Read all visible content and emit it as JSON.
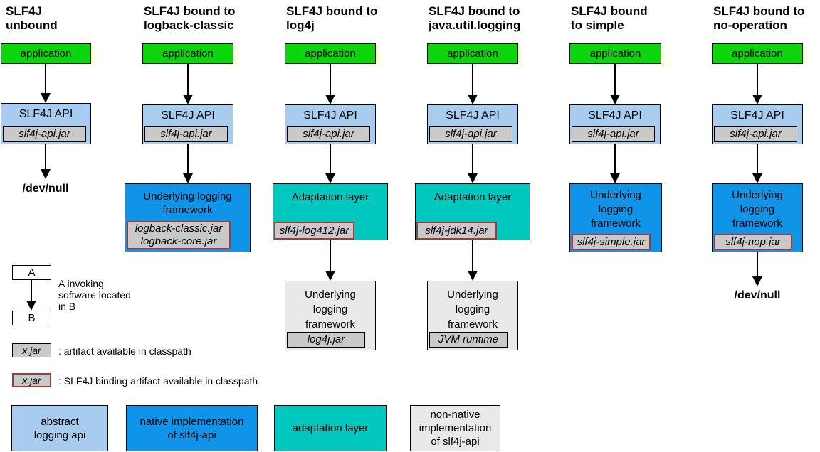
{
  "palette": {
    "application_green": "#0cd50c",
    "abstract_api_light_blue": "#a8ccf0",
    "native_impl_blue": "#0f94e8",
    "adaptation_teal": "#00c8bf",
    "jar_silver": "#c9c9c9",
    "non_native_gray": "#e9e9e9",
    "binding_border_maroon": "#9e3b39",
    "app_glow_yellow": "#ffffd6"
  },
  "columns": [
    {
      "title": [
        "SLF4J",
        "unbound"
      ],
      "app": "application",
      "api": "SLF4J API",
      "api_jar": "slf4j-api.jar",
      "sink": "/dev/null"
    },
    {
      "title": [
        "SLF4J bound to",
        "logback-classic"
      ],
      "app": "application",
      "api": "SLF4J API",
      "api_jar": "slf4j-api.jar",
      "impl": {
        "lines": [
          "Underlying logging",
          "framework"
        ],
        "jars": [
          "logback-classic.jar",
          "logback-core.jar"
        ]
      }
    },
    {
      "title": [
        "SLF4J bound to",
        "log4j"
      ],
      "app": "application",
      "api": "SLF4J API",
      "api_jar": "slf4j-api.jar",
      "adapter": {
        "label": "Adaptation layer",
        "jar": "slf4j-log412.jar"
      },
      "framework": {
        "lines": [
          "Underlying",
          "logging",
          "framework"
        ],
        "jar": "log4j.jar"
      }
    },
    {
      "title": [
        "SLF4J bound to",
        "java.util.logging"
      ],
      "app": "application",
      "api": "SLF4J API",
      "api_jar": "slf4j-api.jar",
      "adapter": {
        "label": "Adaptation layer",
        "jar": "slf4j-jdk14.jar"
      },
      "framework": {
        "lines": [
          "Underlying",
          "logging",
          "framework"
        ],
        "jar": "JVM runtime"
      }
    },
    {
      "title": [
        "SLF4J bound",
        "to simple"
      ],
      "app": "application",
      "api": "SLF4J API",
      "api_jar": "slf4j-api.jar",
      "impl": {
        "lines": [
          "Underlying",
          "logging",
          "framework"
        ],
        "jars": [
          "slf4j-simple.jar"
        ]
      }
    },
    {
      "title": [
        "SLF4J bound to",
        "no-operation"
      ],
      "app": "application",
      "api": "SLF4J API",
      "api_jar": "slf4j-api.jar",
      "impl": {
        "lines": [
          "Underlying",
          "logging",
          "framework"
        ],
        "jars": [
          "slf4j-nop.jar"
        ]
      },
      "sink": "/dev/null"
    }
  ],
  "legend": {
    "a": "A",
    "b": "B",
    "ab_lines": [
      "A invoking",
      "software located",
      "in B"
    ],
    "jar_sample": "x.jar",
    "artifact_text": ": artifact available in classpath",
    "binding_text": ": SLF4J binding artifact available in classpath",
    "swatches": [
      {
        "lines": [
          "abstract",
          "logging api"
        ]
      },
      {
        "lines": [
          "native implementation",
          "of slf4j-api"
        ]
      },
      {
        "lines": [
          "adaptation layer"
        ]
      },
      {
        "lines": [
          "non-native",
          "implementation",
          "of slf4j-api"
        ]
      }
    ]
  }
}
